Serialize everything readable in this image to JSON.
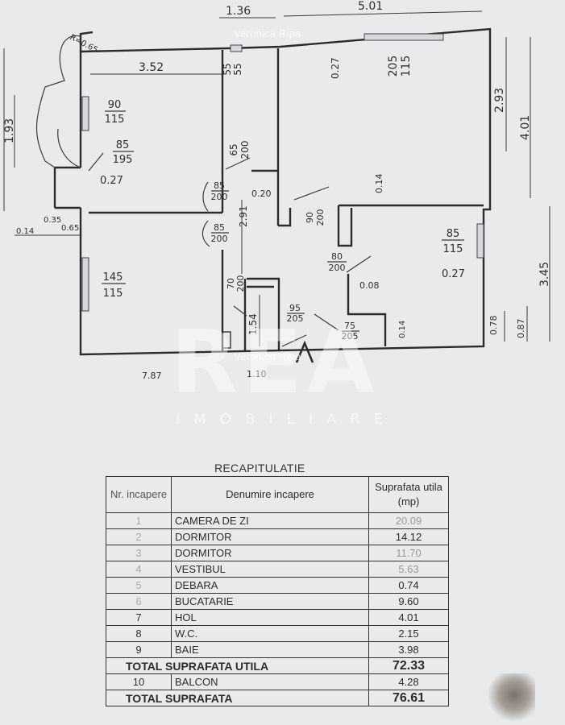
{
  "watermark": {
    "author": "Veronica Ripa",
    "logo_main": "REA",
    "logo_sub": "IMOBILIARE"
  },
  "plan": {
    "dimensions": {
      "top_left": "1.36",
      "top_right": "5.01",
      "right_upper": "2.93",
      "right_long": "4.01",
      "right_lower": "3.45",
      "left_side": "1.93",
      "bottom_right_a": "0.78",
      "bottom_right_b": "0.87",
      "wall_a": "0.14",
      "wall_b": "0.35",
      "wall_c": "0.65",
      "room_width": "3.52",
      "balcony": "R=0.65",
      "wall_d": "0.27",
      "wall_e": "0.27",
      "wall_f": "0.27",
      "wall_g": "0.20",
      "wall_h": "0.14",
      "wall_i": "0.08",
      "wall_j": "0.14",
      "hall": "2.91",
      "hall_b": "1.54"
    },
    "openings": [
      {
        "top": "90",
        "bottom": "115"
      },
      {
        "top": "85",
        "bottom": "195"
      },
      {
        "top": "55",
        "bottom": "55"
      },
      {
        "top": "65",
        "bottom": "200"
      },
      {
        "top": "205",
        "bottom": "115"
      },
      {
        "top": "85",
        "bottom": "200"
      },
      {
        "top": "85",
        "bottom": "200"
      },
      {
        "top": "90",
        "bottom": "200"
      },
      {
        "top": "80",
        "bottom": "200"
      },
      {
        "top": "145",
        "bottom": "115"
      },
      {
        "top": "70",
        "bottom": "200"
      },
      {
        "top": "95",
        "bottom": "205"
      },
      {
        "top": "75",
        "bottom": "205"
      },
      {
        "top": "85",
        "bottom": "115"
      }
    ],
    "bottom_labels": [
      "7.87",
      "1.10"
    ]
  },
  "recap": {
    "title": "RECAPITULATIE",
    "headers": {
      "nr": "Nr. incapere",
      "name": "Denumire incapere",
      "area": "Suprafata utila (mp)"
    },
    "rows": [
      {
        "nr": "1",
        "name": "CAMERA DE ZI",
        "area": "20.09"
      },
      {
        "nr": "2",
        "name": "DORMITOR",
        "area": "14.12"
      },
      {
        "nr": "3",
        "name": "DORMITOR",
        "area": "11.70"
      },
      {
        "nr": "4",
        "name": "VESTIBUL",
        "area": "5.63"
      },
      {
        "nr": "5",
        "name": "DEBARA",
        "area": "0.74"
      },
      {
        "nr": "6",
        "name": "BUCATARIE",
        "area": "9.60"
      },
      {
        "nr": "7",
        "name": "HOL",
        "area": "4.01"
      },
      {
        "nr": "8",
        "name": "W.C.",
        "area": "2.15"
      },
      {
        "nr": "9",
        "name": "BAIE",
        "area": "3.98"
      }
    ],
    "total_util_label": "TOTAL SUPRAFATA UTILA",
    "total_util_value": "72.33",
    "balcony": {
      "nr": "10",
      "name": "BALCON",
      "area": "4.28"
    },
    "total_label": "TOTAL SUPRAFATA",
    "total_value": "76.61"
  }
}
